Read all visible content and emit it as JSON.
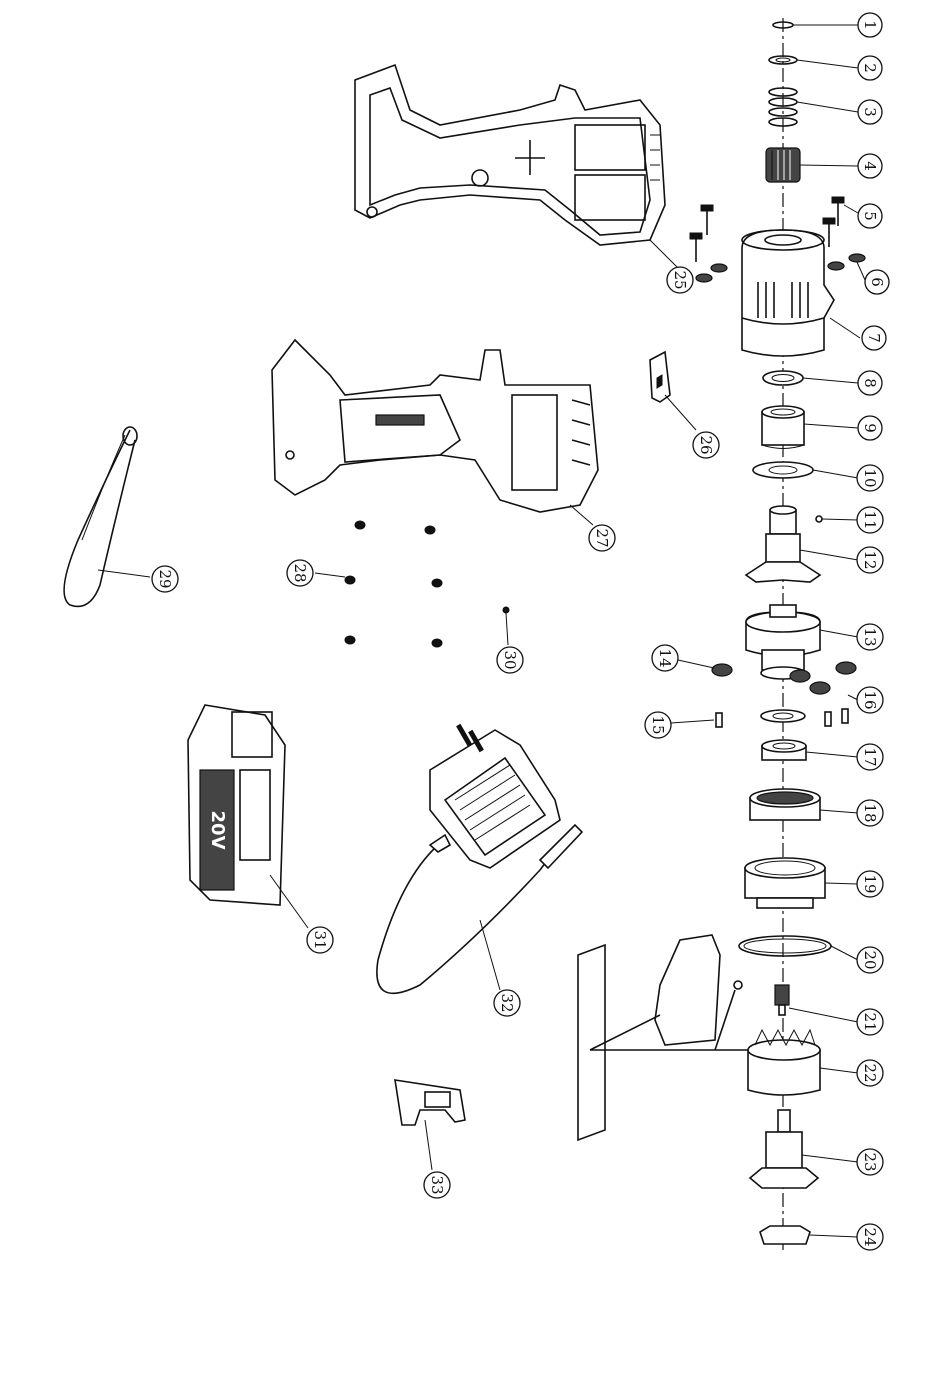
{
  "callouts": [
    "1",
    "2",
    "3",
    "4",
    "5",
    "6",
    "7",
    "8",
    "9",
    "10",
    "11",
    "12",
    "13",
    "14",
    "15",
    "16",
    "17",
    "18",
    "19",
    "20",
    "21",
    "22",
    "23",
    "24",
    "25",
    "26",
    "27",
    "28",
    "29",
    "30",
    "31",
    "32",
    "33"
  ],
  "battery": {
    "voltage_label": "20V"
  },
  "colors": {
    "line": "#111111",
    "background": "#ffffff"
  }
}
